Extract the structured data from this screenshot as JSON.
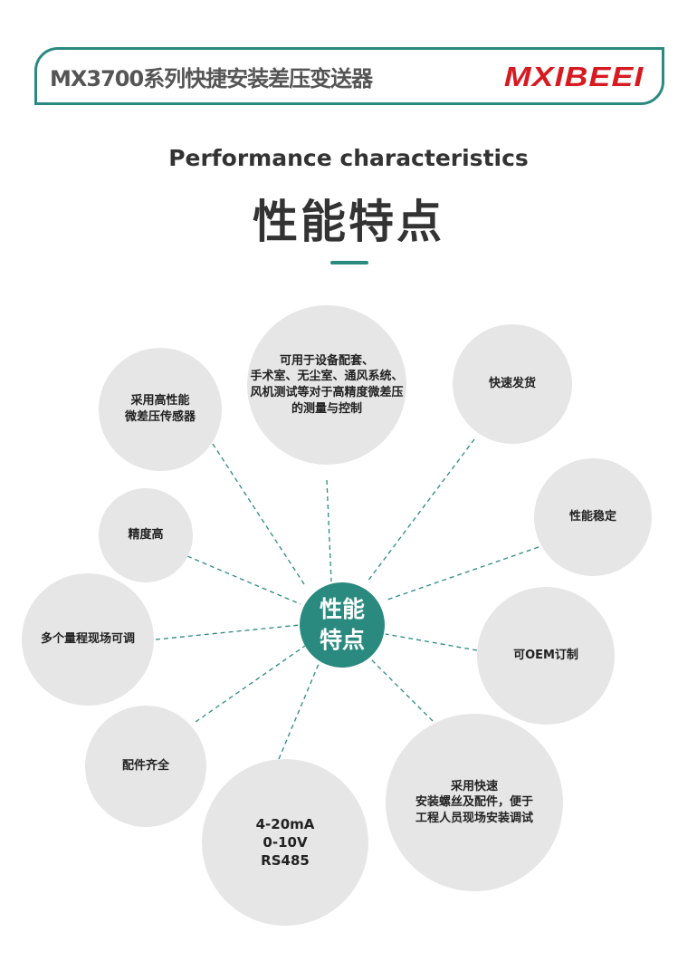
{
  "header": {
    "title": "MX3700系列快捷安装差压变送器",
    "logo": "MXIBEEI"
  },
  "section": {
    "title_en": "Performance characteristics",
    "title_cn": "性能特点"
  },
  "center": {
    "line1": "性能",
    "line2": "特点"
  },
  "features": [
    {
      "lines": [
        "可用于设备配套、",
        "手术室、无尘室、通风系统、",
        "风机测试等对于高精度微差压",
        "的测量与控制"
      ]
    },
    {
      "lines": [
        "采用高性能",
        "微差压传感器"
      ]
    },
    {
      "lines": [
        "快速发货"
      ]
    },
    {
      "lines": [
        "性能稳定"
      ]
    },
    {
      "lines": [
        "精度高"
      ]
    },
    {
      "lines": [
        "多个量程现场可调"
      ]
    },
    {
      "lines": [
        "可OEM订制"
      ]
    },
    {
      "lines": [
        "配件齐全"
      ]
    },
    {
      "lines": [
        "4-20mA",
        "0-10V",
        "RS485"
      ]
    },
    {
      "lines": [
        "采用快速",
        "安装螺丝及配件，便于",
        "工程人员现场安装调试"
      ]
    }
  ],
  "colors": {
    "accent": "#2a8a80",
    "logo": "#d71920",
    "circle": "#e6e6e6"
  }
}
